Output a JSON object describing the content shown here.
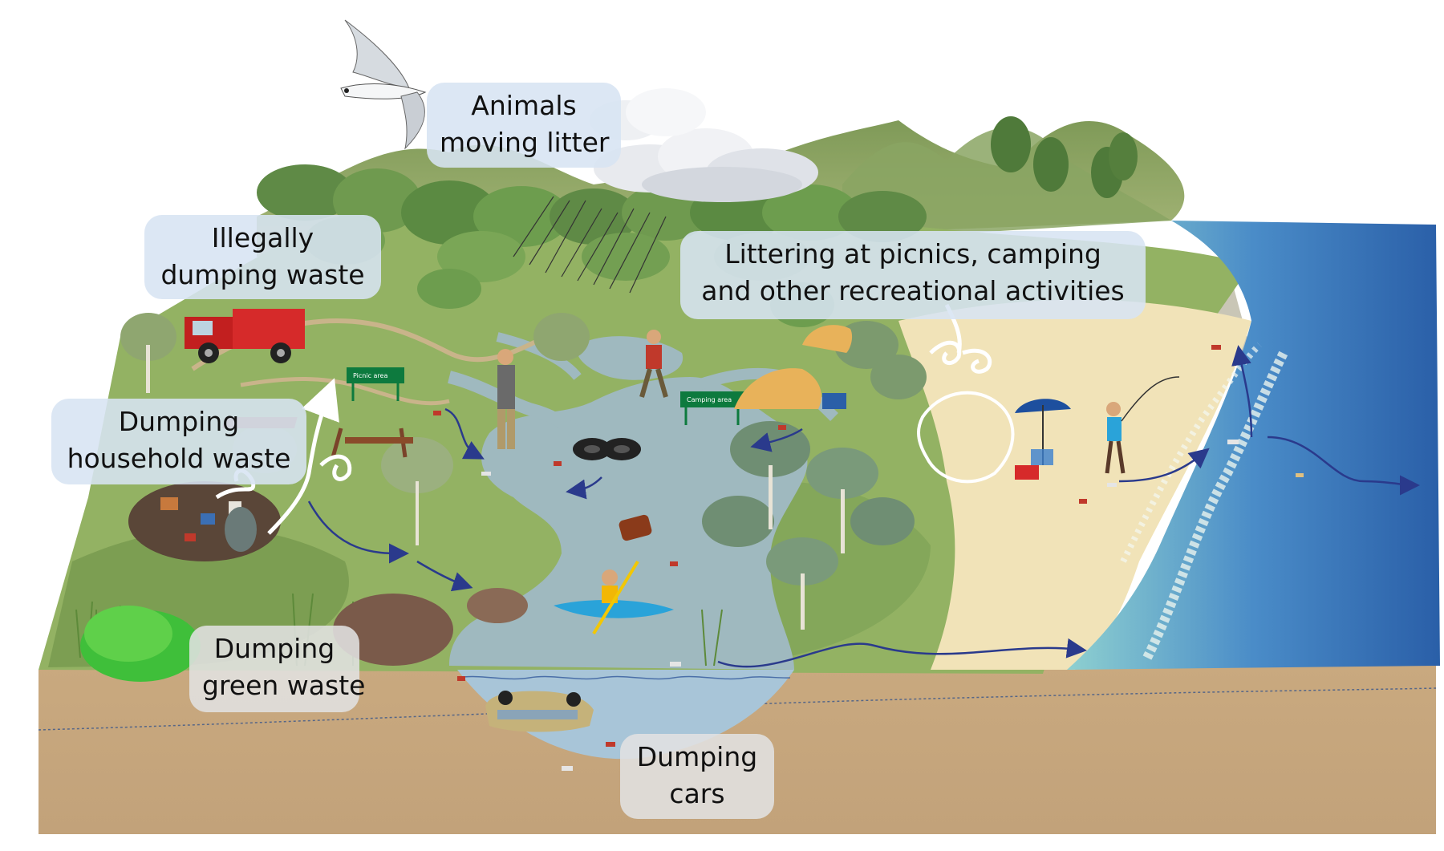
{
  "labels": {
    "animals": {
      "line1": "Animals",
      "line2": "moving litter"
    },
    "illegal_dumping": {
      "line1": "Illegally",
      "line2": "dumping waste"
    },
    "household": {
      "line1": "Dumping",
      "line2": "household waste"
    },
    "green_waste": {
      "line1": "Dumping",
      "line2": "green waste"
    },
    "cars": {
      "line1": "Dumping",
      "line2": "cars"
    },
    "recreation": {
      "line1": "Littering at picnics, camping",
      "line2": "and other recreational activities"
    }
  },
  "signs": {
    "picnic": "Picnic area",
    "camping": "Camping area"
  },
  "colors": {
    "sea": "#2f6fb4",
    "sand": "#f1e3b8",
    "grass": "#8fae5f",
    "river": "#9fb9bf",
    "soil": "#c8ab85",
    "arrow": "#2a3a8c",
    "truck": "#d62a2a"
  },
  "icons": [
    "bird-icon",
    "truck-icon",
    "tent-icon",
    "tire-icon",
    "kayak-icon",
    "car-icon",
    "cloud-icon",
    "umbrella-icon"
  ]
}
